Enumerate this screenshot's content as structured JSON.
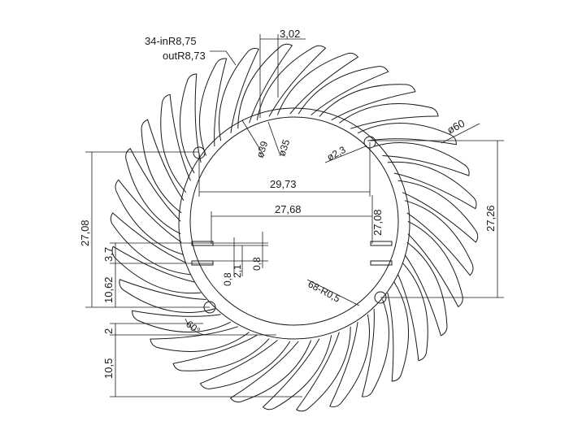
{
  "labels": {
    "fins_spec_line1": "34-inR8,75",
    "fins_spec_line2": "outR8,73",
    "top_width": "3,02",
    "diam_60": "ø60",
    "diam_39": "ø39",
    "diam_35": "ø35",
    "hole_diam": "ø2,3",
    "width_29_73": "29,73",
    "width_27_68": "27,68",
    "h_27_08_right_inner": "27,08",
    "h_27_26": "27,26",
    "h_27_08_left": "27,08",
    "h_3_7": "3,7",
    "h_10_62": "10,62",
    "h_2": "2",
    "h_10_5": "10,5",
    "small_0_8_a": "0,8",
    "small_2_1": "2,1",
    "small_0_8_b": "0,8",
    "fillet_spec": "68-R0,5",
    "angle_60": "60°"
  },
  "colors": {
    "stroke": "#1a1a1a",
    "fill": "#ffffff"
  }
}
